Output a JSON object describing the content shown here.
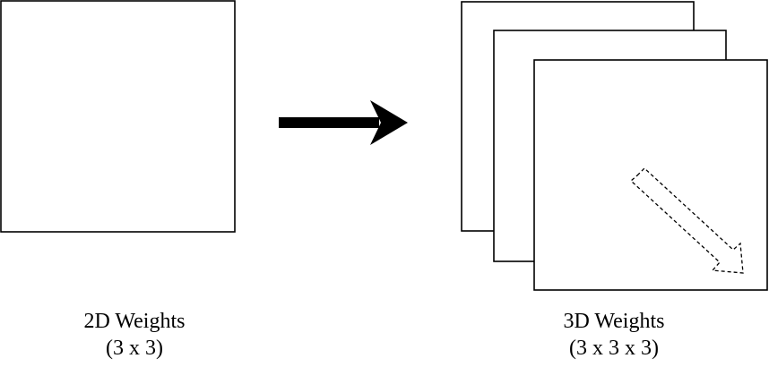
{
  "left_panel": {
    "title": "2D Weights",
    "dims": "(3 x 3)"
  },
  "right_panel": {
    "title": "3D Weights",
    "dims": "(3 x 3 x 3)"
  },
  "colors": {
    "stroke": "#000000",
    "fill": "#ffffff"
  }
}
